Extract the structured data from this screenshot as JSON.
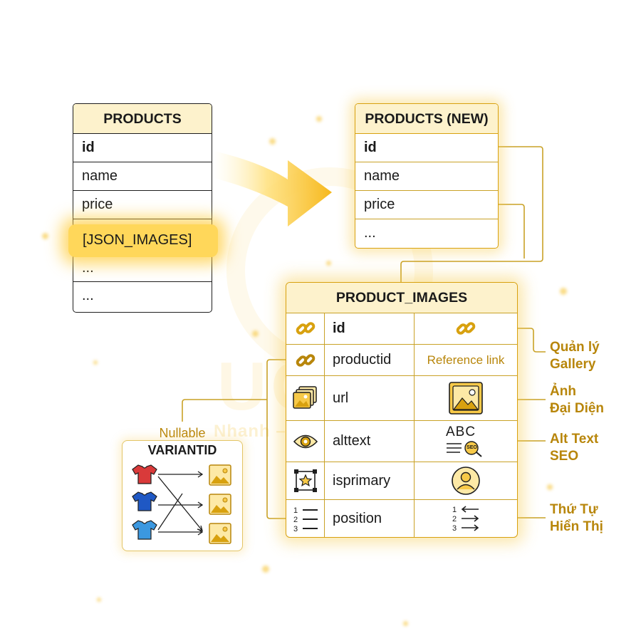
{
  "products": {
    "title": "PRODUCTS",
    "rows": [
      "id",
      "name",
      "price",
      "[JSON_IMAGES]",
      "...",
      "..."
    ]
  },
  "products_new": {
    "title": "PRODUCTS (NEW)",
    "rows": [
      "id",
      "name",
      "price",
      "..."
    ]
  },
  "product_images": {
    "title": "PRODUCT_IMAGES",
    "rows": [
      {
        "field": "id",
        "value": "",
        "icon": "link-icon",
        "value_icon": "link-icon"
      },
      {
        "field": "productid",
        "value": "Reference link",
        "icon": "link-icon",
        "value_icon": ""
      },
      {
        "field": "url",
        "value": "",
        "icon": "image-stack-icon",
        "value_icon": "image-icon"
      },
      {
        "field": "alttext",
        "value": "",
        "icon": "eye-icon",
        "value_icon": "abc-seo-icon"
      },
      {
        "field": "isprimary",
        "value": "",
        "icon": "star-frame-icon",
        "value_icon": "user-avatar-icon"
      },
      {
        "field": "position",
        "value": "",
        "icon": "ordered-list-icon",
        "value_icon": "order-arrows-icon"
      }
    ]
  },
  "annotations": [
    {
      "line1": "Quản lý",
      "line2": "Gallery"
    },
    {
      "line1": "Ảnh",
      "line2": "Đại Diện"
    },
    {
      "line1": "Alt Text",
      "line2": "SEO"
    },
    {
      "line1": "Thứ Tự",
      "line2": "Hiển Thị"
    }
  ],
  "variant": {
    "label": "Nullable",
    "title": "VARIANTID",
    "shirt_colors": [
      "#d93a3a",
      "#1f58c4",
      "#3b98e0"
    ]
  },
  "abc_text": "ABC",
  "seo_text": "SEO",
  "watermark": {
    "logo": "UGHT",
    "tagline": "Nhanh – Chuẩn – Đẹp"
  },
  "colors": {
    "accent": "#d8a10f",
    "annotation": "#b8860b",
    "header_fill": "#fdf2cc",
    "highlight": "#ffd75a"
  }
}
